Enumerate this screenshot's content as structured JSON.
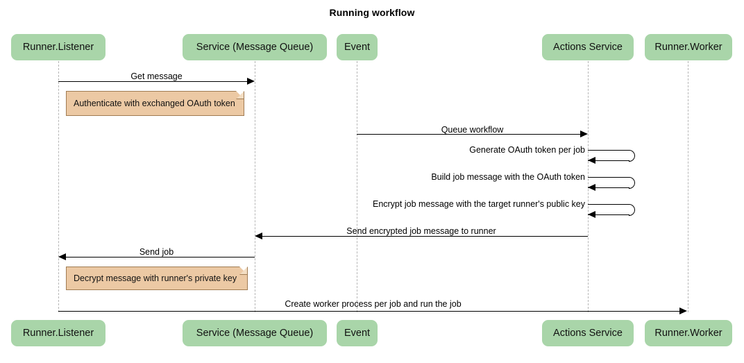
{
  "title": "Running workflow",
  "colors": {
    "participant_fill": "#a9d5a9",
    "note_fill": "#ecc9a4",
    "note_border": "#a07b52",
    "lifeline": "#b6b6b6",
    "arrow": "#000000"
  },
  "participants": [
    {
      "id": "runner-listener",
      "label": "Runner.Listener"
    },
    {
      "id": "service-message-queue",
      "label": "Service (Message Queue)"
    },
    {
      "id": "event",
      "label": "Event"
    },
    {
      "id": "actions-service",
      "label": "Actions Service"
    },
    {
      "id": "runner-worker",
      "label": "Runner.Worker"
    }
  ],
  "messages": [
    {
      "id": "get-message",
      "label": "Get message",
      "from": "runner-listener",
      "to": "service-message-queue",
      "direction": "right"
    },
    {
      "id": "queue-workflow",
      "label": "Queue workflow",
      "from": "event",
      "to": "actions-service",
      "direction": "right"
    },
    {
      "id": "generate-oauth-token-per-job",
      "label": "Generate OAuth token per job",
      "from": "actions-service",
      "to": "actions-service",
      "direction": "self"
    },
    {
      "id": "build-job-message-with-the-oauth-token",
      "label": "Build job message with the OAuth token",
      "from": "actions-service",
      "to": "actions-service",
      "direction": "self"
    },
    {
      "id": "encrypt-job-message-with-the-target-runners-public-key",
      "label": "Encrypt job message with the target runner's public key",
      "from": "actions-service",
      "to": "actions-service",
      "direction": "self"
    },
    {
      "id": "send-encrypted-job-message-to-runner",
      "label": "Send encrypted job message to runner",
      "from": "actions-service",
      "to": "service-message-queue",
      "direction": "left"
    },
    {
      "id": "send-job",
      "label": "Send job",
      "from": "service-message-queue",
      "to": "runner-listener",
      "direction": "left"
    },
    {
      "id": "create-worker-process-per-job-and-run-the-job",
      "label": "Create worker process per job and run the job",
      "from": "runner-listener",
      "to": "runner-worker",
      "direction": "right"
    }
  ],
  "notes": [
    {
      "id": "note-authenticate",
      "label": "Authenticate with exchanged OAuth token",
      "attached_to": "runner-listener"
    },
    {
      "id": "note-decrypt",
      "label": "Decrypt message with runner's private key",
      "attached_to": "runner-listener"
    }
  ]
}
